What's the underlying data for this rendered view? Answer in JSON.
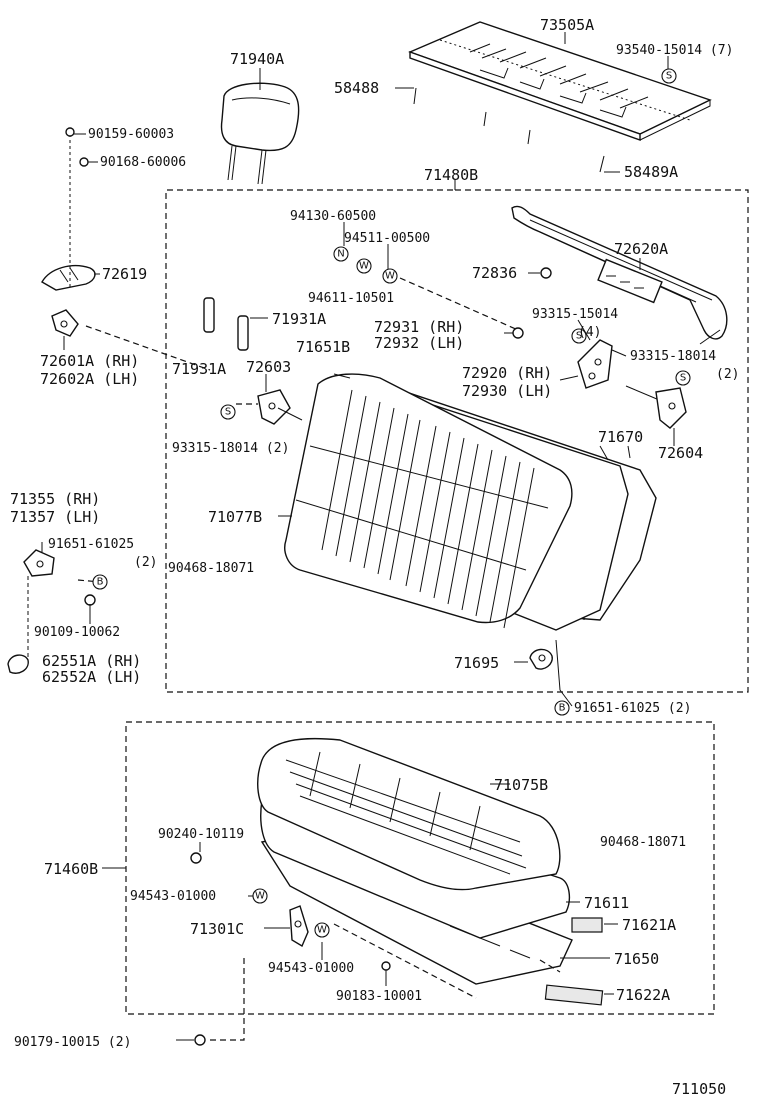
{
  "diagram_id": "711050",
  "labels": {
    "p73505A": "73505A",
    "p93540_15014": "93540-15014 (7)",
    "p71940A": "71940A",
    "p58488": "58488",
    "p58489A": "58489A",
    "p90159": "90159-60003",
    "p90168": "90168-60006",
    "p71480B": "71480B",
    "p94130": "94130-60500",
    "p94511": "94511-00500",
    "p72620A": "72620A",
    "p72836": "72836",
    "p94611": "94611-10501",
    "p72619": "72619",
    "p93315_15014": "93315-15014",
    "p93315_15014_qty": "(4)",
    "p71931A_a": "71931A",
    "p72931": "72931 (RH)",
    "p72932": "72932 (LH)",
    "p72601A": "72601A (RH)",
    "p72602A": "72602A (LH)",
    "p71651B": "71651B",
    "p93315_18014_r": "93315-18014",
    "p93315_18014_r_qty": "(2)",
    "p71931A_b": "71931A",
    "p72603": "72603",
    "p72920": "72920 (RH)",
    "p72930": "72930 (LH)",
    "p71670": "71670",
    "p93315_18014_l": "93315-18014 (2)",
    "p72604": "72604",
    "p71355": "71355 (RH)",
    "p71357": "71357 (LH)",
    "p71077B": "71077B",
    "p91651_a": "91651-61025",
    "p91651_a_qty": "(2)",
    "p90468_a": "90468-18071",
    "p90109": "90109-10062",
    "p62551A": "62551A (RH)",
    "p62552A": "62552A (LH)",
    "p71695": "71695",
    "p91651_b": "91651-61025 (2)",
    "p71075B": "71075B",
    "p90240": "90240-10119",
    "p90468_b": "90468-18071",
    "p71460B": "71460B",
    "p94543_a": "94543-01000",
    "p71611": "71611",
    "p71301C": "71301C",
    "p71621A": "71621A",
    "p94543_b": "94543-01000",
    "p71650": "71650",
    "p90183": "90183-10001",
    "p71622A": "71622A",
    "p90179": "90179-10015 (2)"
  },
  "symbols": {
    "s": "S",
    "n": "N",
    "w": "W",
    "b": "B"
  }
}
